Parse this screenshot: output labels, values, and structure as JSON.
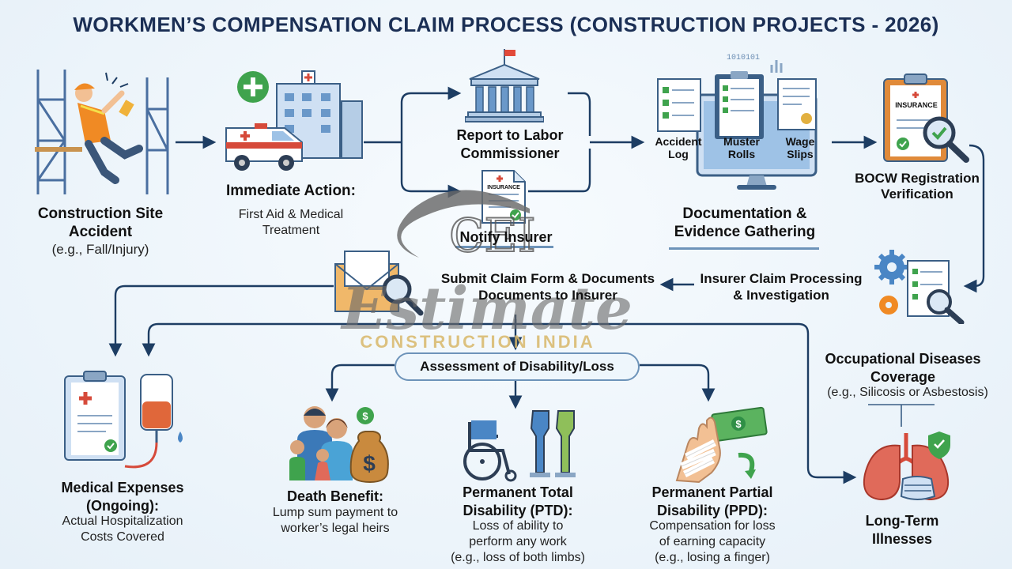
{
  "title": "WORKMEN’S COMPENSATION CLAIM PROCESS (CONSTRUCTION PROJECTS - 2026)",
  "watermark": {
    "mark": "CEI",
    "word": "Estimate",
    "tagline": "CONSTRUCTION INDIA"
  },
  "steps": {
    "accident": {
      "title": "Construction Site Accident",
      "line1": "Construction Site",
      "line2": "Accident",
      "example": "(e.g., Fall/Injury)"
    },
    "immediate": {
      "title": "Immediate Action:",
      "line1": "First Aid & Medical",
      "line2": "Treatment"
    },
    "labor": {
      "line1": "Report to Labor",
      "line2": "Commissioner"
    },
    "insurer": {
      "title": "Notify Insurer",
      "doc_label": "INSURANCE"
    },
    "documentation": {
      "line1": "Documentation &",
      "line2": "Evidence Gathering",
      "docs": {
        "accident_log": "Accident Log",
        "accident_log_1": "Accident",
        "accident_log_2": "Log",
        "muster_1": "Muster",
        "muster_2": "Rolls",
        "wage_1": "Wage",
        "wage_2": "Slips"
      },
      "binary": "1010101"
    },
    "bocw": {
      "line1": "BOCW Registration",
      "line2": "Verification",
      "doc_label": "INSURANCE"
    },
    "processing": {
      "line1": "Insurer Claim Processing",
      "line2": "& Investigation"
    },
    "submit": {
      "line1": "Submit Claim Form & Documents",
      "line2": "Documents to Insurer"
    },
    "assessment": {
      "title": "Assessment of Disability/Loss"
    },
    "occupational": {
      "line1": "Occupational Diseases",
      "line2": "Coverage",
      "example": "(e.g., Silicosis or Asbestosis)"
    }
  },
  "outcomes": {
    "medical": {
      "line1": "Medical Expenses",
      "line2": "(Ongoing):",
      "desc1": "Actual Hospitalization",
      "desc2": "Costs Covered"
    },
    "death": {
      "title": "Death Benefit:",
      "desc1": "Lump sum payment to",
      "desc2": "worker’s legal heirs"
    },
    "ptd": {
      "line1": "Permanent Total",
      "line2": "Disability (PTD):",
      "desc1": "Loss of ability to",
      "desc2": "perform any work",
      "desc3": "(e.g., loss of both limbs)"
    },
    "ppd": {
      "line1": "Permanent Partial",
      "line2": "Disability (PPD):",
      "desc1": "Compensation for loss",
      "desc2": "of earning capacity",
      "desc3": "(e.g., losing a finger)"
    },
    "illness": {
      "line1": "Long-Term",
      "line2": "Illnesses"
    }
  },
  "colors": {
    "title": "#1b2f55",
    "arrow": "#1d3d63",
    "accent_blue": "#4a86c5",
    "medical_red": "#d64a3a",
    "green": "#3fa34d",
    "money_green": "#2f8f46",
    "orange": "#f08a24",
    "watermark_gray": "#5a5a5a",
    "watermark_gold": "#d9b86a"
  }
}
